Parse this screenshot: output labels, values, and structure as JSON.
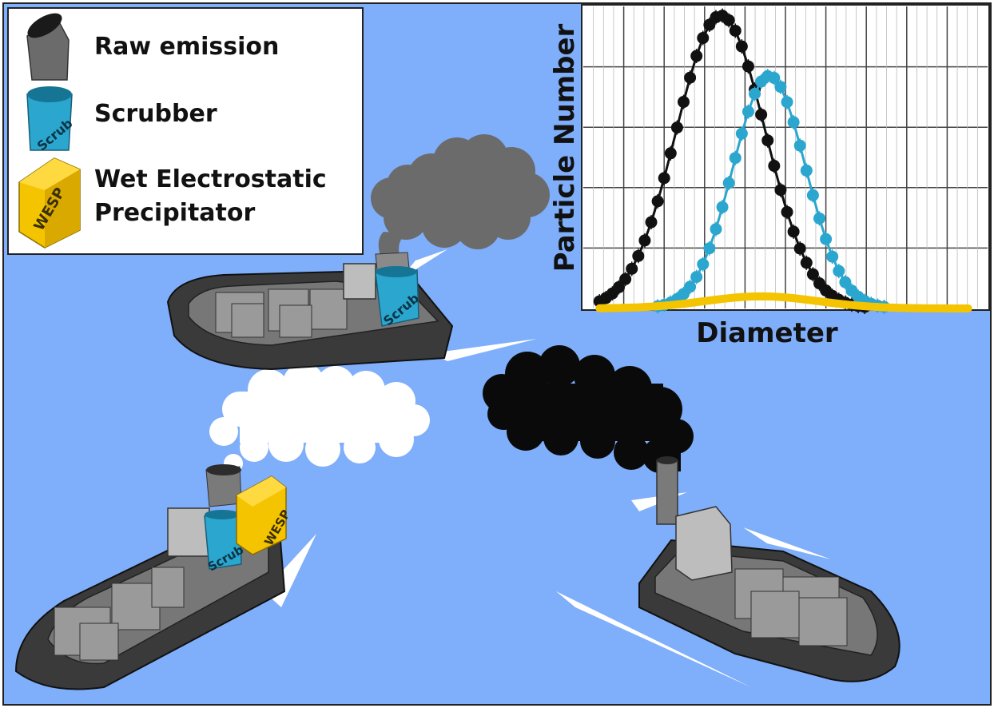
{
  "colors": {
    "sea": "#7faefa",
    "raw": "#111111",
    "scrubber": "#2aa6cf",
    "wesp": "#f5c400",
    "raw_smoke": "#6b6b6b",
    "cleaned_smoke": "#ffffff",
    "hull": "#3a3a3a"
  },
  "legend": {
    "items": [
      {
        "label": "Raw emission",
        "icon": "stack-icon"
      },
      {
        "label": "Scrubber",
        "icon": "scrubber-icon",
        "icon_text": "Scrub"
      },
      {
        "label_line1": "Wet Electrostatic",
        "label_line2": "Precipitator",
        "icon": "wesp-icon",
        "icon_text": "WESP"
      }
    ]
  },
  "ships": {
    "scrubber_ship_label": "Scrub",
    "wesp_ship_scrub_label": "Scrub",
    "wesp_ship_wesp_label": "WESP"
  },
  "chart_data": {
    "type": "line",
    "xlabel": "Diameter",
    "ylabel": "Particle Number",
    "grid": true,
    "x_range": [
      0,
      100
    ],
    "y_range": [
      0,
      100
    ],
    "series": [
      {
        "color": "#111111",
        "center": 34,
        "width": 11,
        "peak": 97
      },
      {
        "color": "#2aa6cf",
        "center": 46,
        "width": 9,
        "peak": 77
      },
      {
        "color": "#f5c400",
        "center": 44,
        "width": 14,
        "peak": 4
      }
    ]
  }
}
